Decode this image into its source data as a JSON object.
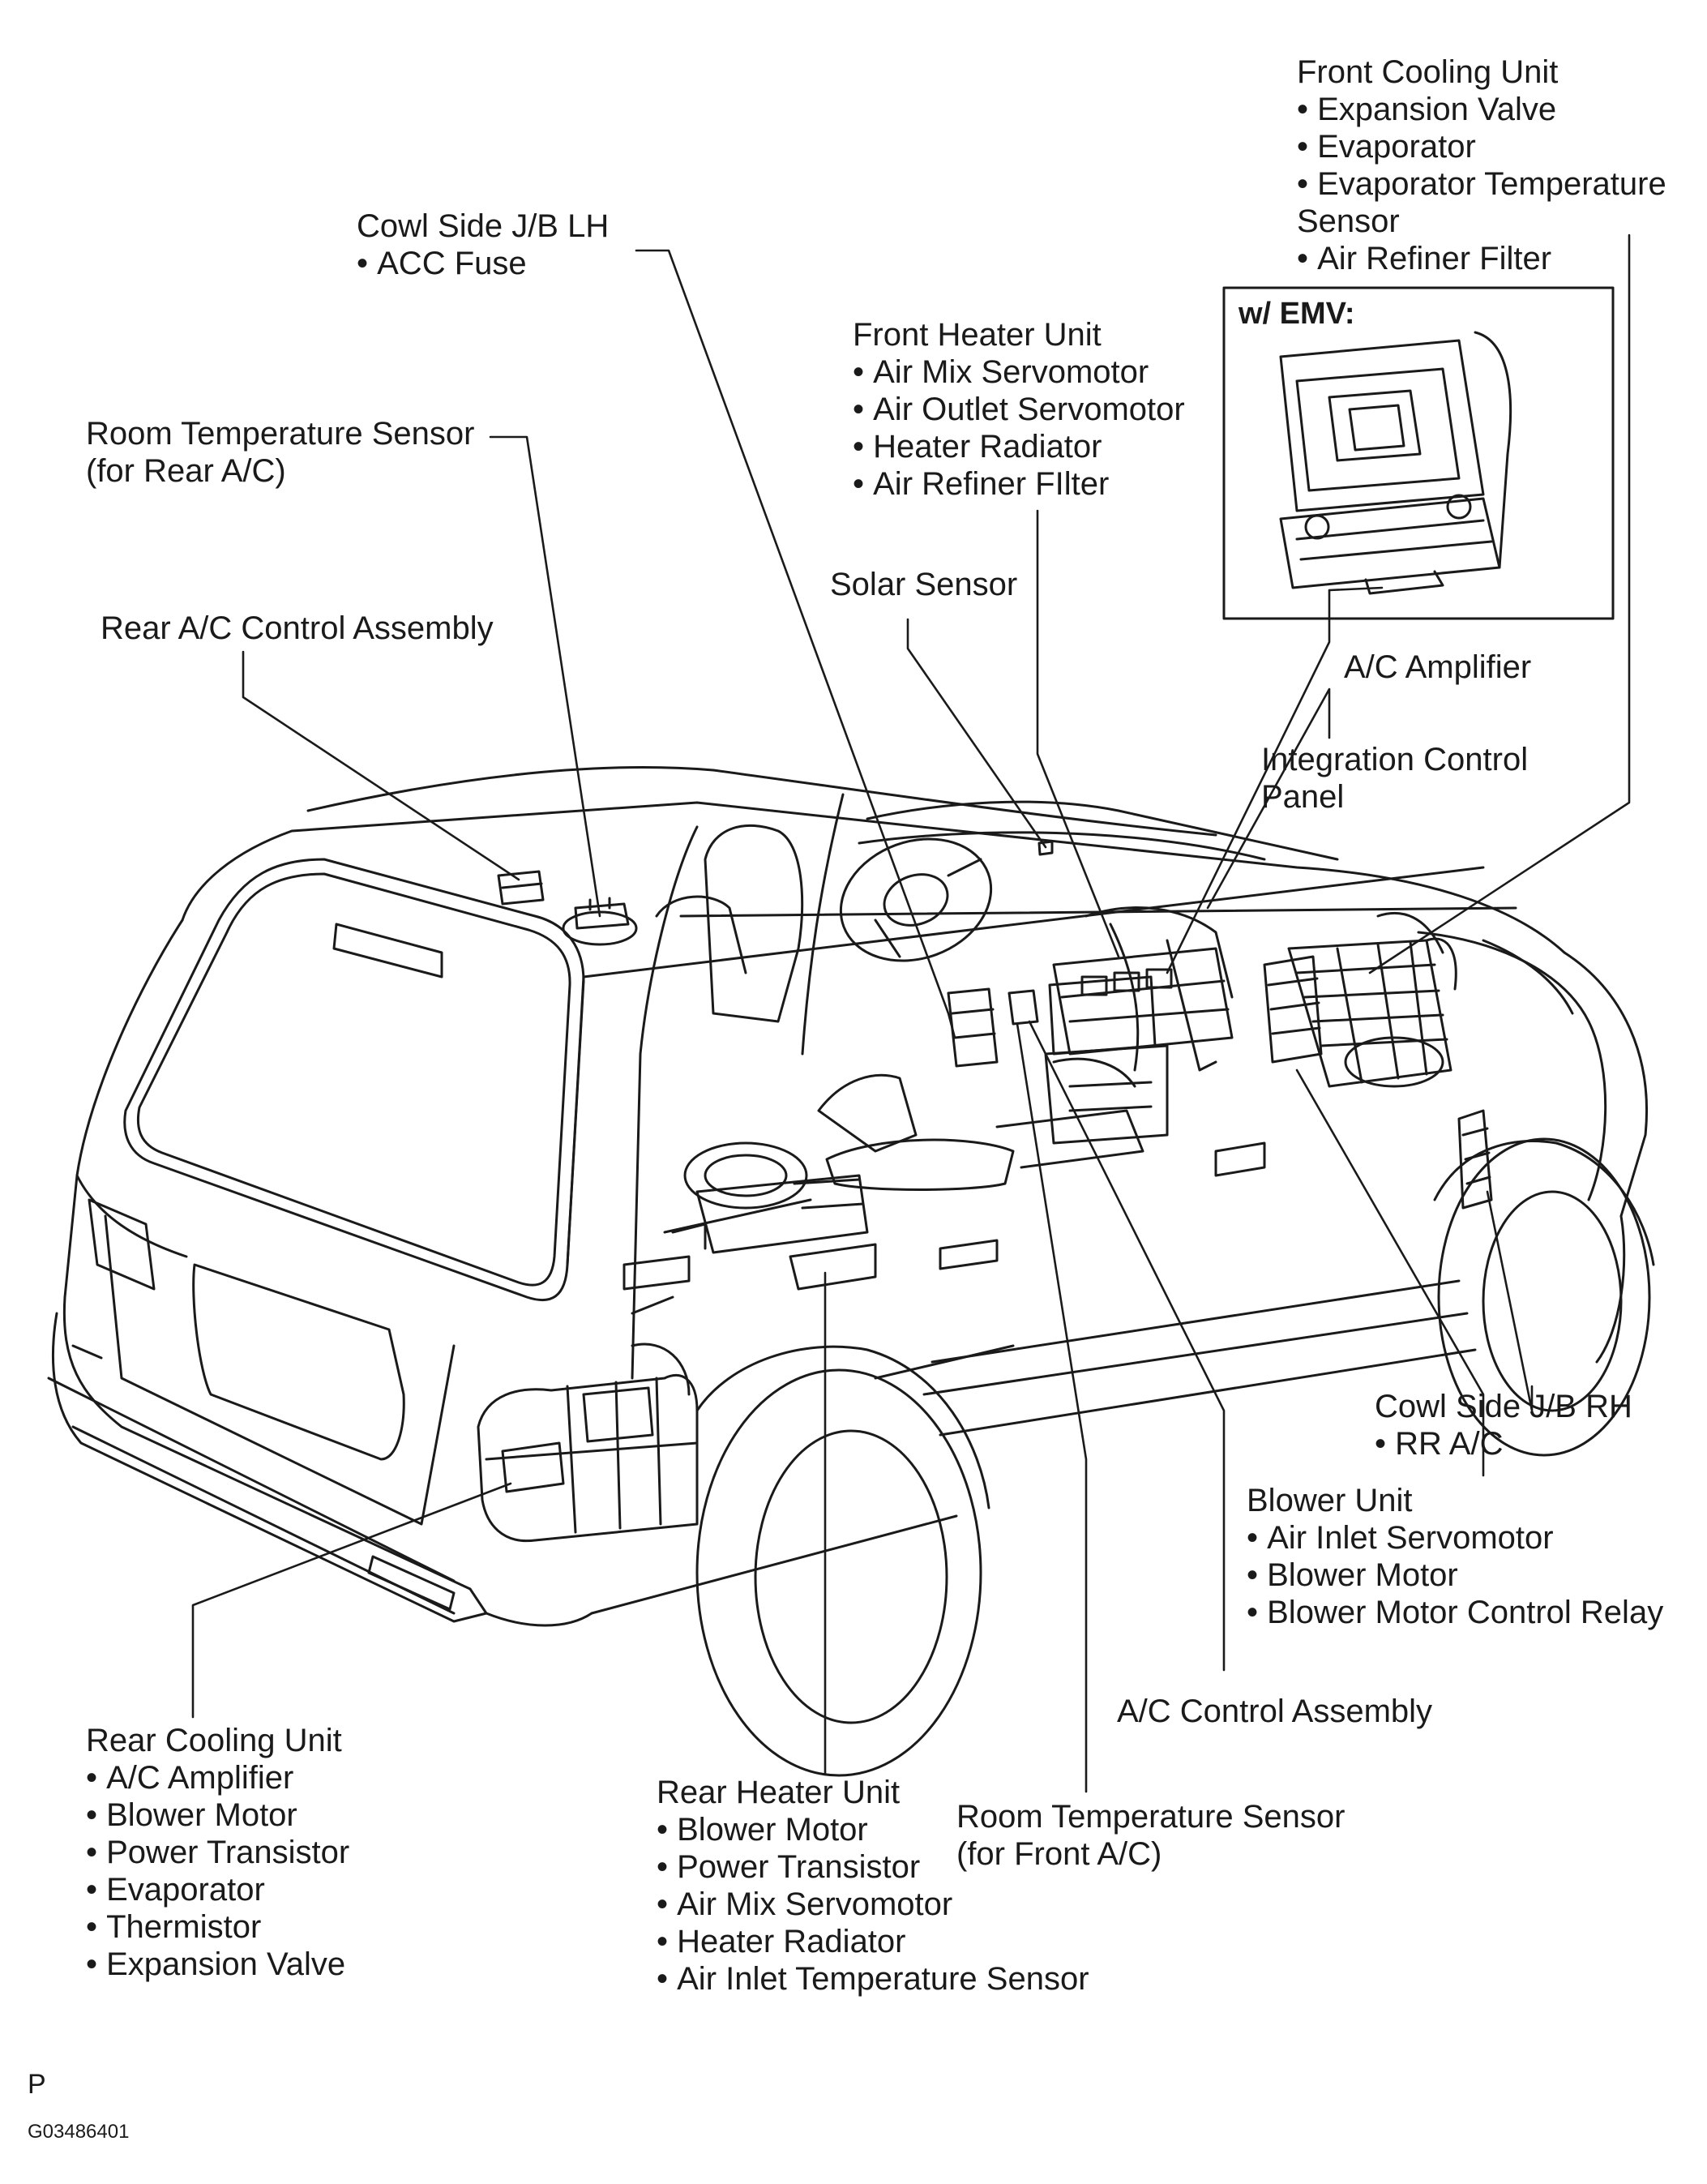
{
  "inset": {
    "title": "w/ EMV:"
  },
  "labels": {
    "front_cooling_unit": {
      "title": "Front Cooling Unit",
      "items": [
        "Expansion Valve",
        "Evaporator",
        "Evaporator Temperature",
        "Air Refiner Filter"
      ],
      "wrap": "Sensor"
    },
    "cowl_side_jb_lh": {
      "title": "Cowl Side J/B LH",
      "items": [
        "ACC Fuse"
      ]
    },
    "front_heater_unit": {
      "title": "Front Heater Unit",
      "items": [
        "Air Mix Servomotor",
        "Air Outlet Servomotor",
        "Heater Radiator",
        "Air Refiner FIlter"
      ]
    },
    "room_temp_sensor_rear": {
      "line1": "Room Temperature Sensor",
      "line2": "(for Rear A/C)"
    },
    "solar_sensor": {
      "title": "Solar Sensor"
    },
    "rear_ac_control_assembly": {
      "title": "Rear A/C Control Assembly"
    },
    "ac_amplifier": {
      "title": "A/C Amplifier"
    },
    "integration_control_panel": {
      "line1": "Integration Control",
      "line2": "Panel"
    },
    "cowl_side_jb_rh": {
      "title": "Cowl Side J/B RH",
      "items": [
        "RR A/C"
      ]
    },
    "blower_unit": {
      "title": "Blower Unit",
      "items": [
        "Air Inlet Servomotor",
        "Blower Motor",
        "Blower Motor Control Relay"
      ]
    },
    "ac_control_assembly": {
      "title": "A/C Control Assembly"
    },
    "rear_cooling_unit": {
      "title": "Rear Cooling Unit",
      "items": [
        "A/C Amplifier",
        "Blower Motor",
        "Power Transistor",
        "Evaporator",
        "Thermistor",
        "Expansion Valve"
      ]
    },
    "rear_heater_unit": {
      "title": "Rear Heater Unit",
      "items": [
        "Blower Motor",
        "Power Transistor",
        "Air Mix Servomotor",
        "Heater Radiator",
        "Air Inlet Temperature Sensor"
      ]
    },
    "room_temp_sensor_front": {
      "line1": "Room Temperature Sensor",
      "line2": "(for Front A/C)"
    }
  },
  "footer": {
    "page_letter": "P",
    "figure_id": "G03486401"
  }
}
